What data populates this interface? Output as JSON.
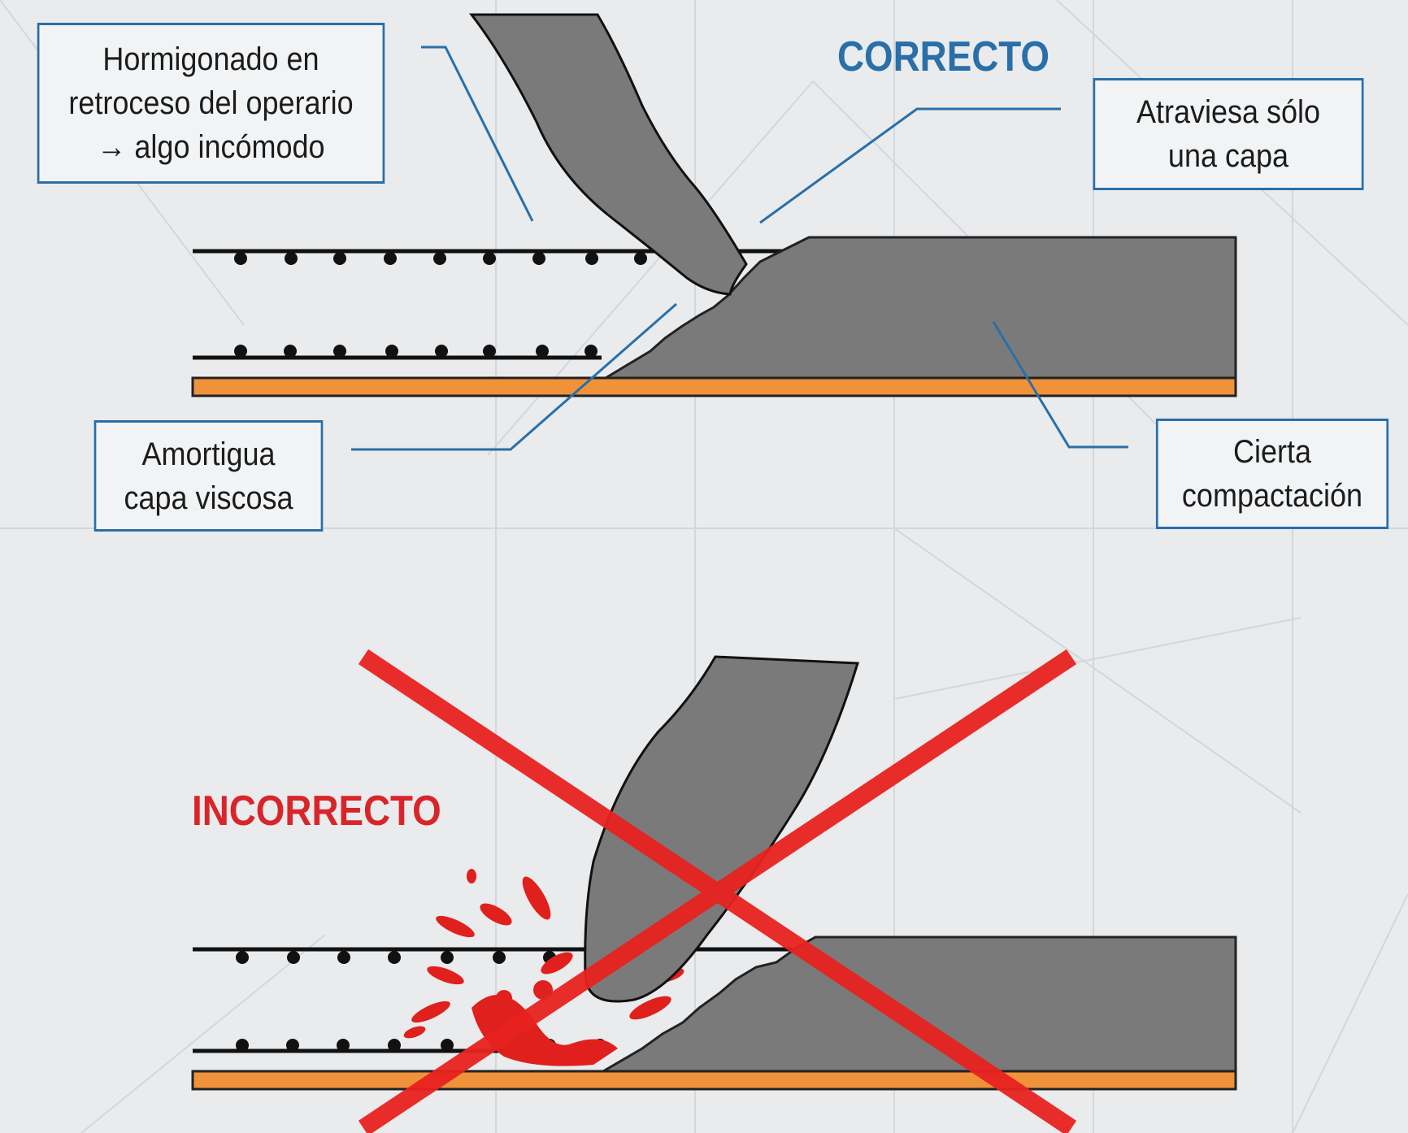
{
  "correct": {
    "heading": "CORRECTO",
    "labels": {
      "backward": [
        "Hormigonado en",
        "retroceso del operario",
        "→ algo incómodo"
      ],
      "one_layer": [
        "Atraviesa sólo",
        "una capa"
      ],
      "viscous": [
        "Amortigua",
        "capa viscosa"
      ],
      "compaction": [
        "Cierta",
        "compactación"
      ]
    }
  },
  "incorrect": {
    "heading": "INCORRECTO"
  },
  "colors": {
    "accent_blue": "#2a6fa8",
    "error_red": "#e8221f",
    "concrete": "#7a7a7a",
    "formwork": "#f0923a",
    "background": "#e9ebed"
  }
}
